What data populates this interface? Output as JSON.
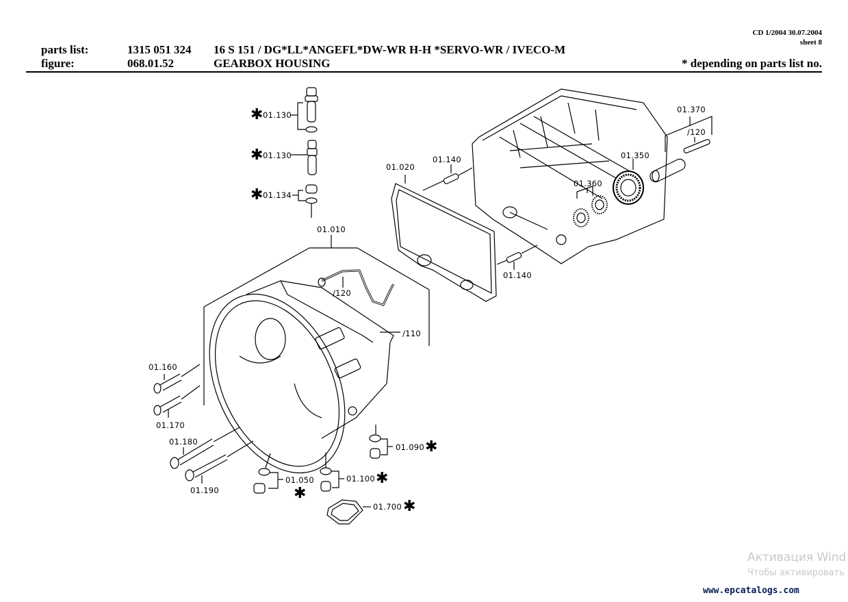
{
  "header": {
    "parts_list_label": "parts list:",
    "parts_list_number": "1315 051 324",
    "parts_list_desc": "16 S 151 / DG*LL*ANGEFL*DW-WR H-H *SERVO-WR / IVECO-M",
    "figure_label": "figure:",
    "figure_number": "068.01.52",
    "figure_title": "GEARBOX HOUSING",
    "cd_info": "CD 1/2004 30.07.2004",
    "sheet": "sheet 8",
    "footnote": "*  depending on parts list no."
  },
  "callouts": {
    "p01_130a": "01.130",
    "p01_130b": "01.130",
    "p01_134": "01.134",
    "p01_010": "01.010",
    "p01_020": "01.020",
    "p01_140a": "01.140",
    "p01_140b": "01.140",
    "p01_350": "01.350",
    "p01_360": "01.360",
    "p01_370": "01.370",
    "p01_370_sub120": "/120",
    "p01_010_sub120": "/120",
    "p01_010_sub110": "/110",
    "p01_160": "01.160",
    "p01_170": "01.170",
    "p01_180": "01.180",
    "p01_190": "01.190",
    "p01_050": "01.050",
    "p01_100": "01.100",
    "p01_090": "01.090",
    "p01_700": "01.700"
  },
  "asterisk": "✱",
  "watermark": {
    "line1": "Активация Wind",
    "line2": "Чтобы активировать"
  },
  "site": "www.epcatalogs.com"
}
